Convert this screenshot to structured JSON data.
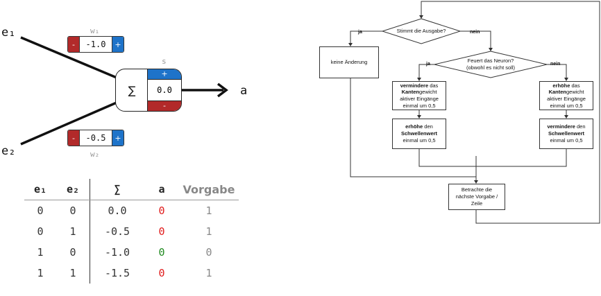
{
  "neuron": {
    "input1_label": "e₁",
    "input2_label": "e₂",
    "weight1_label": "w₁",
    "weight2_label": "w₂",
    "weight1_value": "-1.0",
    "weight2_value": "-0.5",
    "minus_symbol": "-",
    "plus_symbol": "+",
    "sum_symbol": "∑",
    "threshold_label": "s",
    "threshold_value": "0.0",
    "output_label": "a"
  },
  "truth_table": {
    "headers": [
      "e₁",
      "e₂",
      "∑",
      "a",
      "Vorgabe"
    ],
    "rows": [
      {
        "e1": "0",
        "e2": "0",
        "sum": "0.0",
        "a": "0",
        "vorgabe": "1",
        "a_color": "#e01b1b"
      },
      {
        "e1": "0",
        "e2": "1",
        "sum": "-0.5",
        "a": "0",
        "vorgabe": "1",
        "a_color": "#e01b1b"
      },
      {
        "e1": "1",
        "e2": "0",
        "sum": "-1.0",
        "a": "0",
        "vorgabe": "0",
        "a_color": "#1f8a1f"
      },
      {
        "e1": "1",
        "e2": "1",
        "sum": "-1.5",
        "a": "0",
        "vorgabe": "1",
        "a_color": "#e01b1b"
      }
    ]
  },
  "flowchart": {
    "decision1": "Stimmt die Ausgabe?",
    "decision1_yes": "ja",
    "decision1_no": "nein",
    "no_change": "keine Änderung",
    "decision2_line1": "Feuert das Neuron?",
    "decision2_line2": "(obwohl es nicht soll)",
    "decision2_yes": "ja",
    "decision2_no": "nein",
    "left_box1": {
      "bold1": "vermindere",
      "t1": " das",
      "bold2": "Kanten",
      "t2": "gewicht",
      "t3": "aktiver Eingänge",
      "t4": "einmal um 0,5"
    },
    "left_box2": {
      "bold1": "erhöhe",
      "t1": " den",
      "bold2": "Schwellenwert",
      "t3": "einmal um 0,5"
    },
    "right_box1": {
      "bold1": "erhöhe",
      "t1": " das",
      "bold2": "Kanten",
      "t2": "gewicht",
      "t3": "aktiver Eingänge",
      "t4": "einmal um 0,5"
    },
    "right_box2": {
      "bold1": "vermindere",
      "t1": " den",
      "bold2": "Schwellenwert",
      "t3": "einmal um 0,5"
    },
    "next_line1": "Betrachte die",
    "next_line2": "nächste Vorgabe /",
    "next_line3": "Zeile"
  }
}
